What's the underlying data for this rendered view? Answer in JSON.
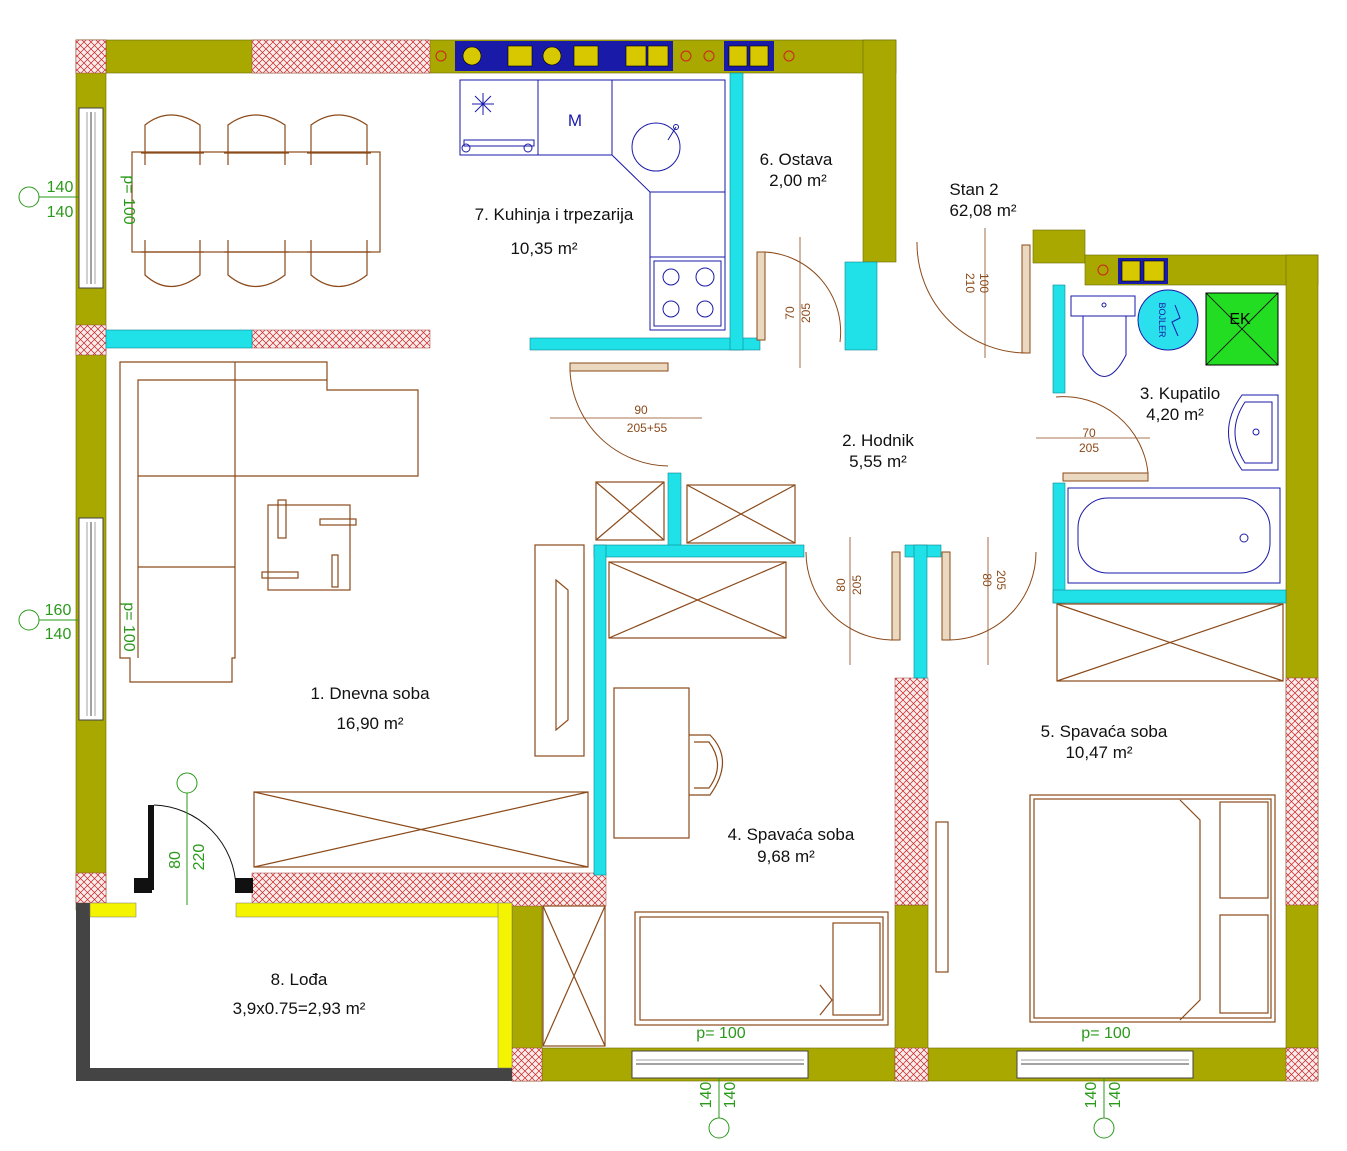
{
  "colors": {
    "wall": "#a8a800",
    "hatch": "#d02020",
    "partition": "#20e0e8",
    "furniture": "#8b4a1a",
    "window_mark": "#2a9a1a",
    "loggia_rail": "#f4f400",
    "kitchen_blue": "#1a1aa8",
    "shower": "#22dd22"
  },
  "apartment": {
    "name": "Stan 2",
    "area": "62,08 m²"
  },
  "rooms": [
    {
      "id": "dnevna",
      "name": "1. Dnevna soba",
      "area": "16,90 m²"
    },
    {
      "id": "hodnik",
      "name": "2. Hodnik",
      "area": "5,55 m²"
    },
    {
      "id": "kupatilo",
      "name": "3. Kupatilo",
      "area": "4,20 m²"
    },
    {
      "id": "spavaca4",
      "name": "4. Spavaća soba",
      "area": "9,68 m²"
    },
    {
      "id": "spavaca5",
      "name": "5. Spavaća soba",
      "area": "10,47 m²"
    },
    {
      "id": "ostava",
      "name": "6. Ostava",
      "area": "2,00 m²"
    },
    {
      "id": "kuhinja",
      "name": "7. Kuhinja i trpezarija",
      "area": "10,35 m²"
    },
    {
      "id": "loda",
      "name": "8. Lođa",
      "area": "3,9x0.75=2,93 m²"
    }
  ],
  "door_dims": {
    "kitchen": [
      "90",
      "205+55"
    ],
    "ostava": [
      "70",
      "205"
    ],
    "entry": [
      "100",
      "210"
    ],
    "bath": [
      "70",
      "205"
    ],
    "room4": [
      "80",
      "205"
    ],
    "room5": [
      "80",
      "205"
    ],
    "loggia": [
      "80",
      "220"
    ]
  },
  "window_marks": {
    "dining": {
      "w": "140",
      "h": "140",
      "p": "p= 100"
    },
    "living": {
      "w": "160",
      "h": "140",
      "p": "p= 100"
    },
    "bed4": {
      "w": "140",
      "h": "140",
      "p": "p= 100"
    },
    "bed5": {
      "w": "140",
      "h": "140",
      "p": "p= 100"
    }
  },
  "appliance_labels": {
    "boiler": "BOJLER",
    "ek": "EK"
  }
}
